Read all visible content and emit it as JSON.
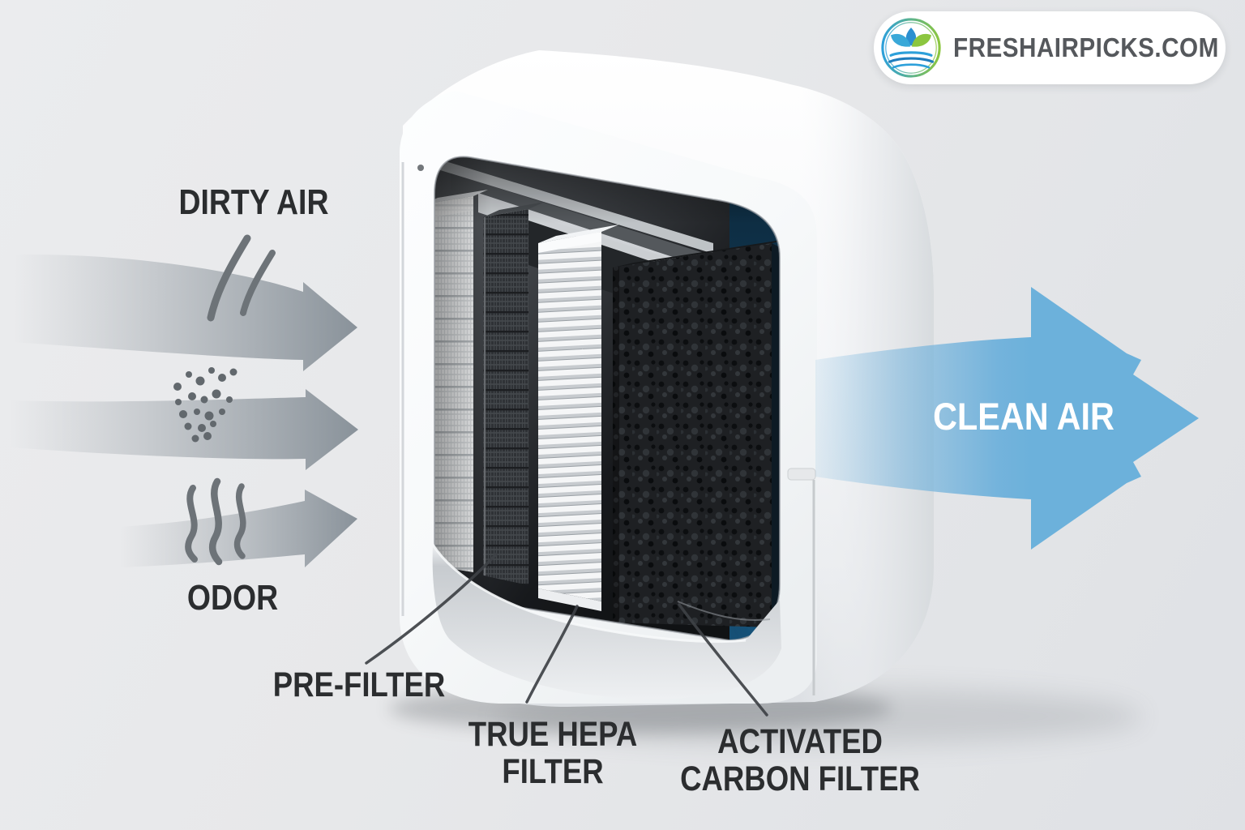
{
  "site": {
    "name": "FRESHAIRPICKS.COM"
  },
  "labels": {
    "dirty_air": "DIRTY AIR",
    "odor": "ODOR",
    "clean_air": "CLEAN AIR",
    "pre_filter": "PRE-FILTER",
    "true_hepa_line1": "TRUE HEPA",
    "true_hepa_line2": "FILTER",
    "carbon_line1": "ACTIVATED",
    "carbon_line2": "CARBON FILTER"
  },
  "diagram": {
    "type": "air-purifier-filtration-cutaway",
    "inflow": {
      "arrows": [
        {
          "icon": "air-swoosh-icon",
          "label": "DIRTY AIR"
        },
        {
          "icon": "particles-icon",
          "label": ""
        },
        {
          "icon": "odor-waves-icon",
          "label": "ODOR"
        }
      ]
    },
    "filter_stages": [
      "PRE-FILTER",
      "TRUE HEPA FILTER",
      "ACTIVATED CARBON FILTER"
    ],
    "outflow": {
      "label": "CLEAN AIR"
    }
  },
  "colors": {
    "background": "#e7e8ea",
    "clean_air_blue": "#6cb1db",
    "inflow_gray": "#89929a",
    "label_text": "#2b2d2f",
    "logo_text": "#55585c",
    "logo_blue": "#2da0da",
    "logo_green": "#8cc63f",
    "carbon_black": "#1e2023",
    "interior_glow_blue": "#17547c"
  }
}
